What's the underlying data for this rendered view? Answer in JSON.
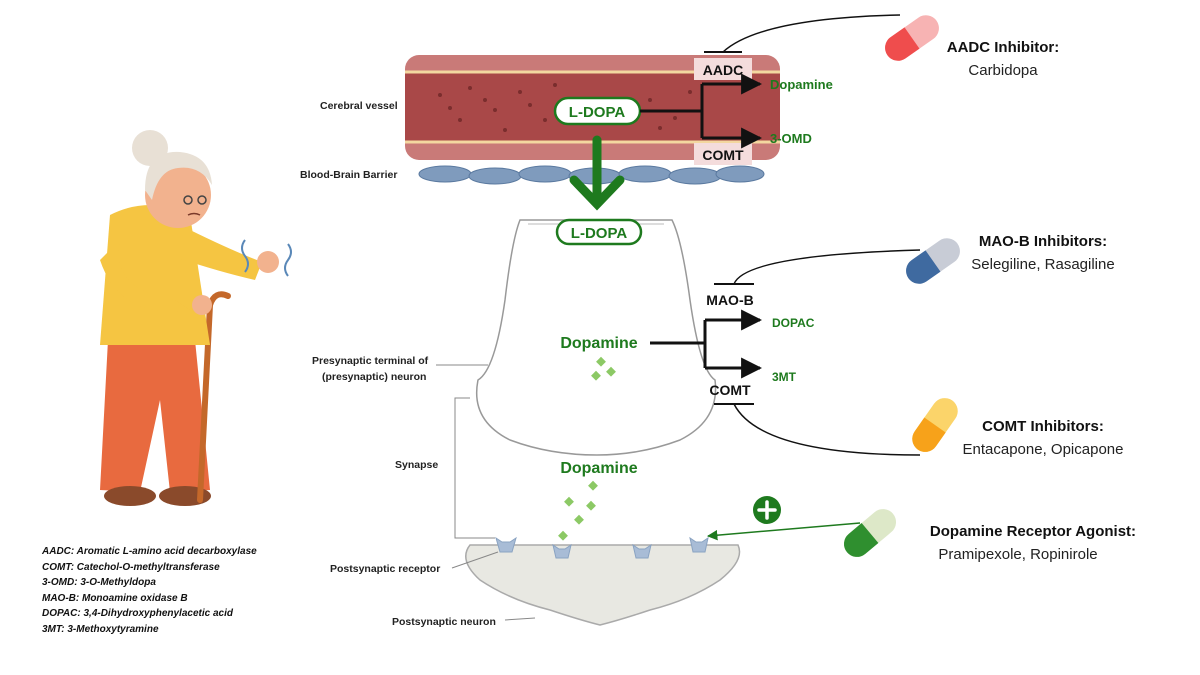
{
  "vessel": {
    "label": "Cerebral vessel",
    "ldopa": "L-DOPA",
    "aadc": "AADC",
    "comt": "COMT",
    "dopamine": "Dopamine",
    "omd": "3-OMD"
  },
  "bbb": {
    "label": "Blood-Brain Barrier"
  },
  "presynaptic": {
    "ldopa": "L-DOPA",
    "dopamine": "Dopamine",
    "label_line1": "Presynaptic terminal of",
    "label_line2": "(presynaptic) neuron",
    "maob": "MAO-B",
    "comt": "COMT",
    "dopac": "DOPAC",
    "mt3": "3MT"
  },
  "synapse": {
    "label": "Synapse",
    "dopamine": "Dopamine"
  },
  "postsynaptic": {
    "receptor_label": "Postsynaptic receptor",
    "neuron_label": "Postsynaptic neuron"
  },
  "drugs": {
    "aadc": {
      "title": "AADC Inhibitor:",
      "names": "Carbidopa"
    },
    "maob": {
      "title": "MAO-B Inhibitors:",
      "names": "Selegiline, Rasagiline"
    },
    "comt": {
      "title": "COMT Inhibitors:",
      "names": "Entacapone, Opicapone"
    },
    "agonist": {
      "title": "Dopamine Receptor Agonist:",
      "names": "Pramipexole, Ropinirole"
    }
  },
  "legend": [
    "AADC: Aromatic L-amino acid decarboxylase",
    "COMT: Catechol-O-methyltransferase",
    "3-OMD: 3-O-Methyldopa",
    "MAO-B: Monoamine oxidase B",
    "DOPAC: 3,4-Dihydroxyphenylacetic acid",
    "3MT: 3-Methoxytyramine"
  ],
  "colors": {
    "green": "#1e7a1e",
    "vessel": "#c97a78",
    "pill_aadc": "#ef4d4d",
    "pill_maob": "#3f6aa0",
    "pill_comt": "#f7b21a",
    "pill_agonist": "#2f8f2f"
  }
}
